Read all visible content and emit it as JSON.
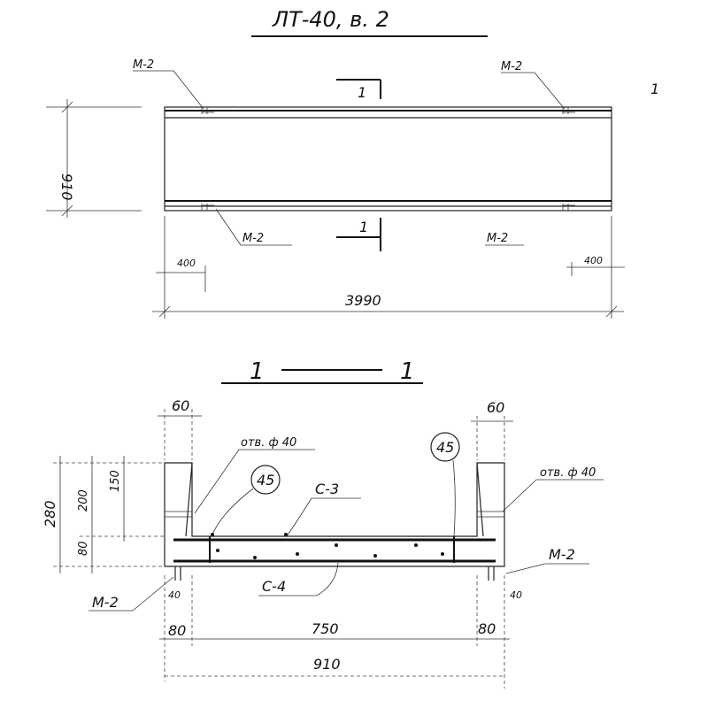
{
  "title": "ЛТ-40, в. 2",
  "page_mark": "1",
  "plan": {
    "marks": {
      "top_left": "М-2",
      "top_right": "М-2",
      "bottom_left": "М-2",
      "bottom_right": "М-2"
    },
    "section_cut_top": "1",
    "section_cut_bottom": "1",
    "dims": {
      "width": "910",
      "length": "3990",
      "left_offset": "400",
      "right_offset": "400"
    }
  },
  "section": {
    "title_left": "1",
    "title_right": "1",
    "dims": {
      "left_wall_top": "60",
      "right_wall_top": "60",
      "total_height": "280",
      "upper_height": "200",
      "wall_height": "150",
      "bottom_height": "80",
      "left_small": "40",
      "right_small": "40",
      "left_base": "80",
      "inner_width": "750",
      "right_base": "80",
      "total_width": "910"
    },
    "labels": {
      "hole_left": "отв. ф 40",
      "hole_right": "отв. ф 40",
      "circle_left": "45",
      "circle_right": "45",
      "c3": "С-3",
      "c4": "С-4",
      "m2_left": "М-2",
      "m2_right": "М-2"
    }
  }
}
